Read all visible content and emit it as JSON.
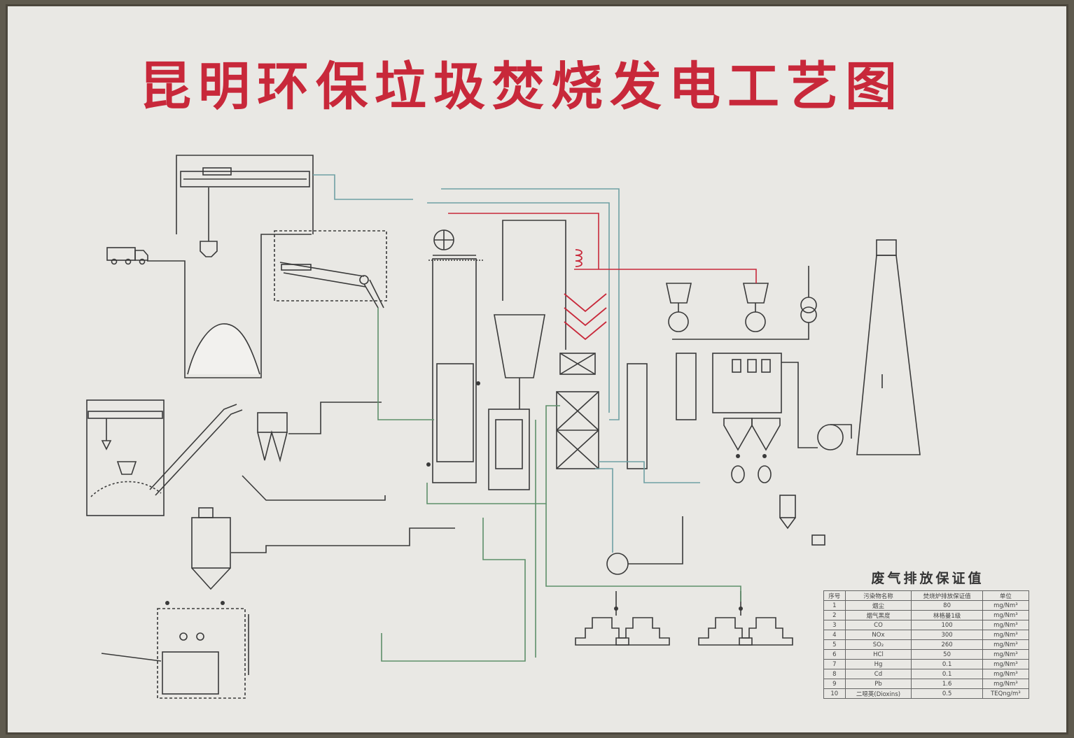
{
  "title": "昆明环保垃圾焚烧发电工艺图",
  "emission_table": {
    "title": "废气排放保证值",
    "headers": [
      "序号",
      "污染物名称",
      "焚烧炉排放保证值",
      "单位"
    ],
    "rows": [
      [
        "1",
        "烟尘",
        "80",
        "mg/Nm³"
      ],
      [
        "2",
        "烟气黑度",
        "林格曼1级",
        "mg/Nm³"
      ],
      [
        "3",
        "CO",
        "100",
        "mg/Nm³"
      ],
      [
        "4",
        "NOx",
        "300",
        "mg/Nm³"
      ],
      [
        "5",
        "SO₂",
        "260",
        "mg/Nm³"
      ],
      [
        "6",
        "HCl",
        "50",
        "mg/Nm³"
      ],
      [
        "7",
        "Hg",
        "0.1",
        "mg/Nm³"
      ],
      [
        "8",
        "Cd",
        "0.1",
        "mg/Nm³"
      ],
      [
        "9",
        "Pb",
        "1.6",
        "mg/Nm³"
      ],
      [
        "10",
        "二噁英(Dioxins)",
        "0.5",
        "TEQng/m³"
      ]
    ]
  },
  "colors": {
    "title": "#c8283a",
    "pipe_steam": "#c8283a",
    "pipe_water": "#6fa0a3",
    "pipe_green": "#5e8f6a",
    "line": "#3a3a3a"
  }
}
